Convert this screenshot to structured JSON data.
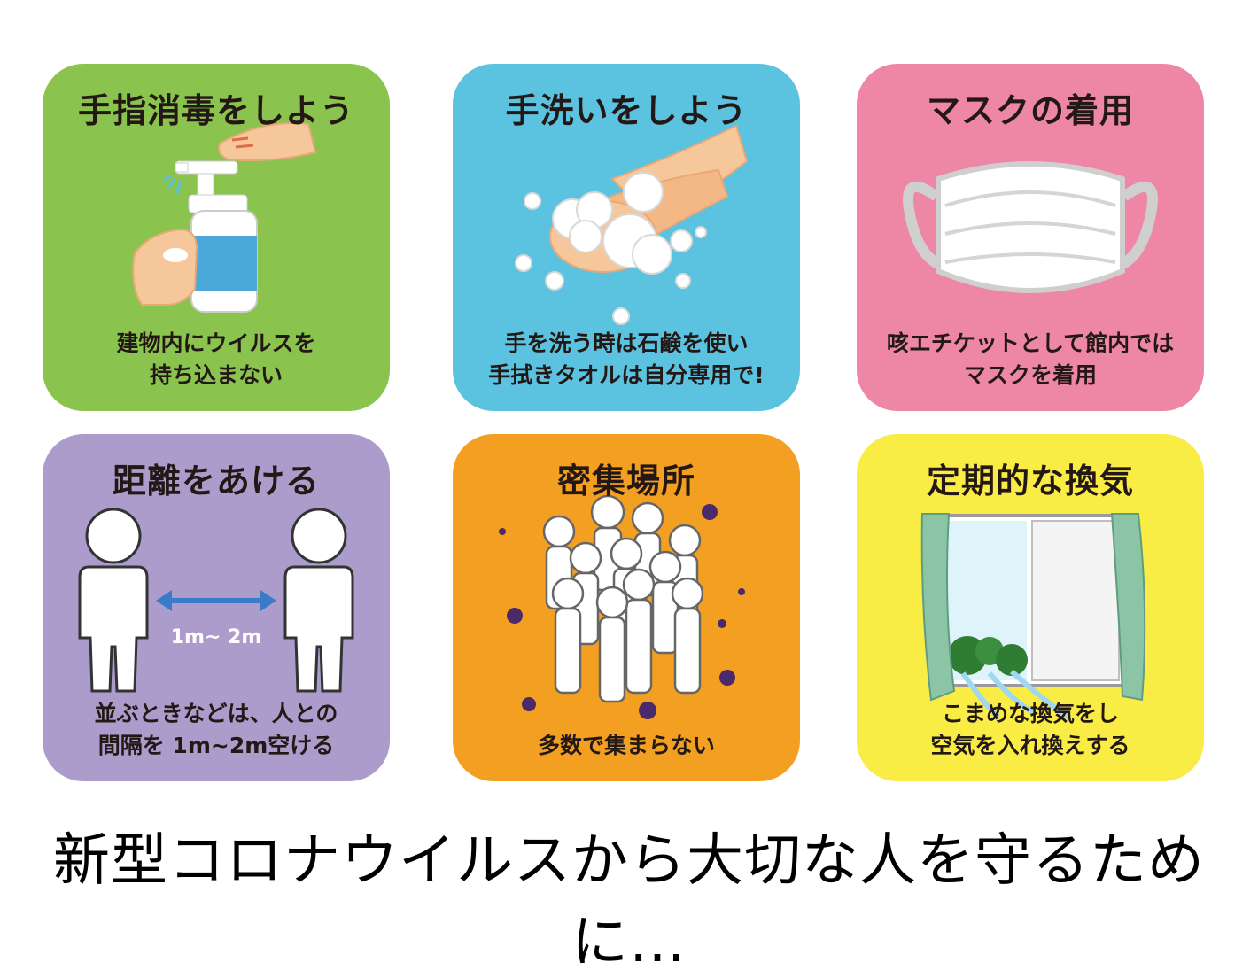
{
  "cards": [
    {
      "title": "手指消毒をしよう",
      "caption": [
        "建物内にウイルスを",
        "持ち込まない"
      ],
      "bg": "#8bc34f",
      "icon": "hand-sanitizer-icon"
    },
    {
      "title": "手洗いをしよう",
      "caption": [
        "手を洗う時は石鹸を使い",
        "手拭きタオルは自分専用で!"
      ],
      "bg": "#5bc2e0",
      "icon": "hand-washing-icon"
    },
    {
      "title": "マスクの着用",
      "caption": [
        "咳エチケットとして館内では",
        "マスクを着用"
      ],
      "bg": "#ee87a6",
      "icon": "face-mask-icon"
    },
    {
      "title": "距離をあける",
      "caption": [
        "並ぶときなどは、人との",
        "間隔を 1m~2m空ける"
      ],
      "bg": "#ac9ccb",
      "icon": "social-distance-icon",
      "distance_label": "1m~ 2m"
    },
    {
      "title": "密集場所",
      "caption": [
        "多数で集まらない"
      ],
      "bg": "#f3a022",
      "icon": "crowd-icon"
    },
    {
      "title": "定期的な換気",
      "caption": [
        "こまめな換気をし",
        "空気を入れ換えする"
      ],
      "bg": "#f8ec45",
      "icon": "open-window-icon"
    }
  ],
  "footer": "新型コロナウイルスから大切な人を守るために…"
}
